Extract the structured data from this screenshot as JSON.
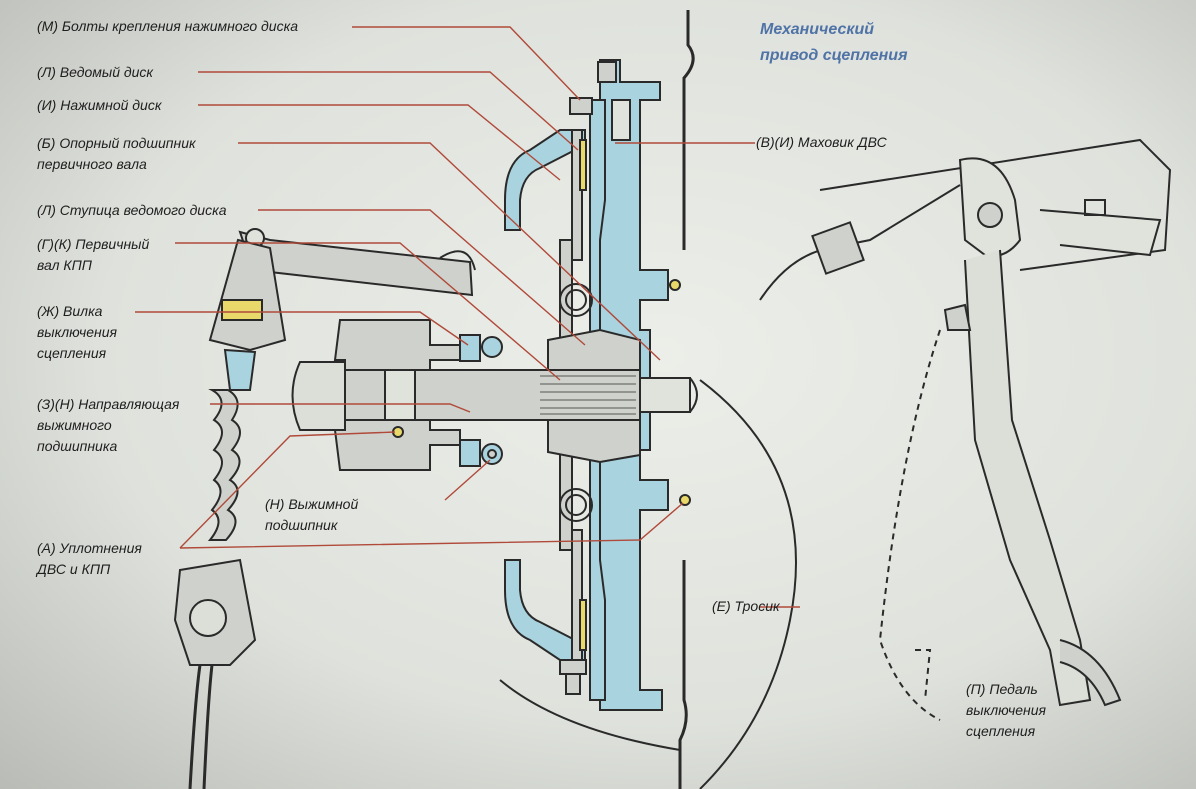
{
  "title": {
    "line1": "Механический",
    "line2": "привод сцепления"
  },
  "labels": {
    "bolts": "(М) Болты крепления нажимного диска",
    "driven_disc": "(Л) Ведомый диск",
    "pressure_disc": "(И) Нажимной диск",
    "support_bearing_1": "(Б) Опорный подшипник",
    "support_bearing_2": "первичного вала",
    "hub": "(Л) Ступица ведомого диска",
    "input_shaft_1": "(Г)(К) Первичный",
    "input_shaft_2": "вал КПП",
    "fork_1": "(Ж) Вилка",
    "fork_2": "выключения",
    "fork_3": "сцепления",
    "guide_1": "(З)(Н) Направляющая",
    "guide_2": "выжимного",
    "guide_3": "подшипника",
    "release_bearing_1": "(Н) Выжимной",
    "release_bearing_2": "подшипник",
    "seals_1": "(А) Уплотнения",
    "seals_2": "ДВС и КПП",
    "flywheel": "(В)(И) Маховик ДВС",
    "cable": "(Е) Тросик",
    "pedal_1": "(П) Педаль",
    "pedal_2": "выключения",
    "pedal_3": "сцепления"
  },
  "colors": {
    "title": "#4f73a6",
    "leader": "#b04a3a",
    "outline": "#2a2a2a",
    "clutch_fill": "#a9d3df",
    "part_fill": "#cfd2cc",
    "highlight": "#e9d86a"
  }
}
